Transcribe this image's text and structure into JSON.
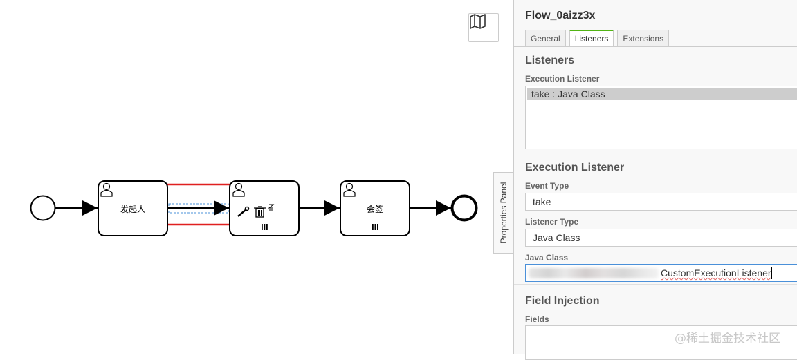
{
  "canvas": {
    "tasks": [
      {
        "label": "发起人"
      },
      {
        "label": ""
      },
      {
        "label": "会签"
      }
    ],
    "map_button_icon": "map-icon",
    "highlight_color": "#e02020"
  },
  "properties_panel": {
    "toggle_label": "Properties Panel",
    "title": "Flow_0aizz3x",
    "tabs": [
      {
        "label": "General",
        "active": false
      },
      {
        "label": "Listeners",
        "active": true
      },
      {
        "label": "Extensions",
        "active": false
      }
    ],
    "listeners": {
      "heading": "Listeners",
      "execution_listener_label": "Execution Listener",
      "items": [
        "take : Java Class"
      ]
    },
    "execution_listener": {
      "heading": "Execution Listener",
      "event_type_label": "Event Type",
      "event_type_value": "take",
      "listener_type_label": "Listener Type",
      "listener_type_value": "Java Class",
      "java_class_label": "Java Class",
      "java_class_value": "CustomExecutionListener"
    },
    "field_injection": {
      "heading": "Field Injection",
      "fields_label": "Fields"
    }
  },
  "watermark": "@稀土掘金技术社区",
  "colors": {
    "accent": "#52b415",
    "focus_border": "#4a90d9"
  }
}
